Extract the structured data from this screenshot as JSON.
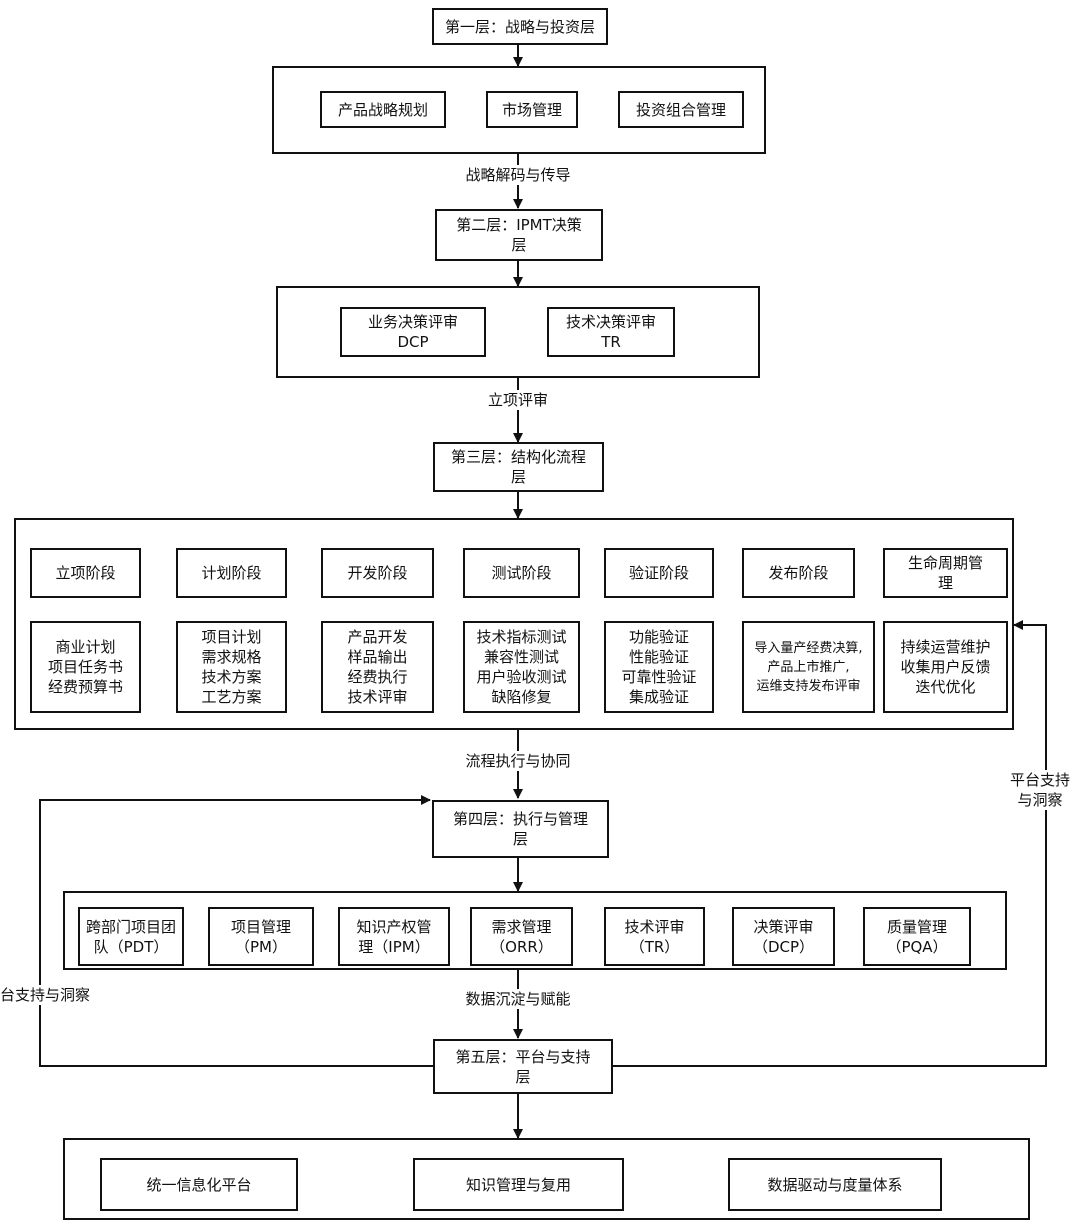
{
  "layer1": {
    "title": "第一层：战略与投资层",
    "items": [
      "产品战略规划",
      "市场管理",
      "投资组合管理"
    ]
  },
  "link1": "战略解码与传导",
  "layer2": {
    "title": "第二层：IPMT决策\n层",
    "items": [
      "业务决策评审\nDCP",
      "技术决策评审\nTR"
    ]
  },
  "link2": "立项评审",
  "layer3": {
    "title": "第三层：结构化流程\n层",
    "stages": [
      {
        "name": "立项阶段",
        "detail": "商业计划\n项目任务书\n经费预算书"
      },
      {
        "name": "计划阶段",
        "detail": "项目计划\n需求规格\n技术方案\n工艺方案"
      },
      {
        "name": "开发阶段",
        "detail": "产品开发\n样品输出\n经费执行\n技术评审"
      },
      {
        "name": "测试阶段",
        "detail": "技术指标测试\n兼容性测试\n用户验收测试\n缺陷修复"
      },
      {
        "name": "验证阶段",
        "detail": "功能验证\n性能验证\n可靠性验证\n集成验证"
      },
      {
        "name": "发布阶段",
        "detail": "导入量产经费决算,\n产品上市推广,\n运维支持发布评审"
      },
      {
        "name": "生命周期管\n理",
        "detail": "持续运营维护\n收集用户反馈\n迭代优化"
      }
    ]
  },
  "link3": "流程执行与协同",
  "layer4": {
    "title": "第四层：执行与管理\n层",
    "items": [
      "跨部门项目团\n队（PDT）",
      "项目管理\n（PM）",
      "知识产权管\n理（IPM）",
      "需求管理\n（ORR）",
      "技术评审\n（TR）",
      "决策评审\n（DCP）",
      "质量管理\n（PQA）"
    ]
  },
  "link4": "数据沉淀与赋能",
  "layer5": {
    "title": "第五层：平台与支持\n层",
    "items": [
      "统一信息化平台",
      "知识管理与复用",
      "数据驱动与度量体系"
    ]
  },
  "feedback_right": "平台支持\n与洞察",
  "feedback_left": "台支持与洞察"
}
